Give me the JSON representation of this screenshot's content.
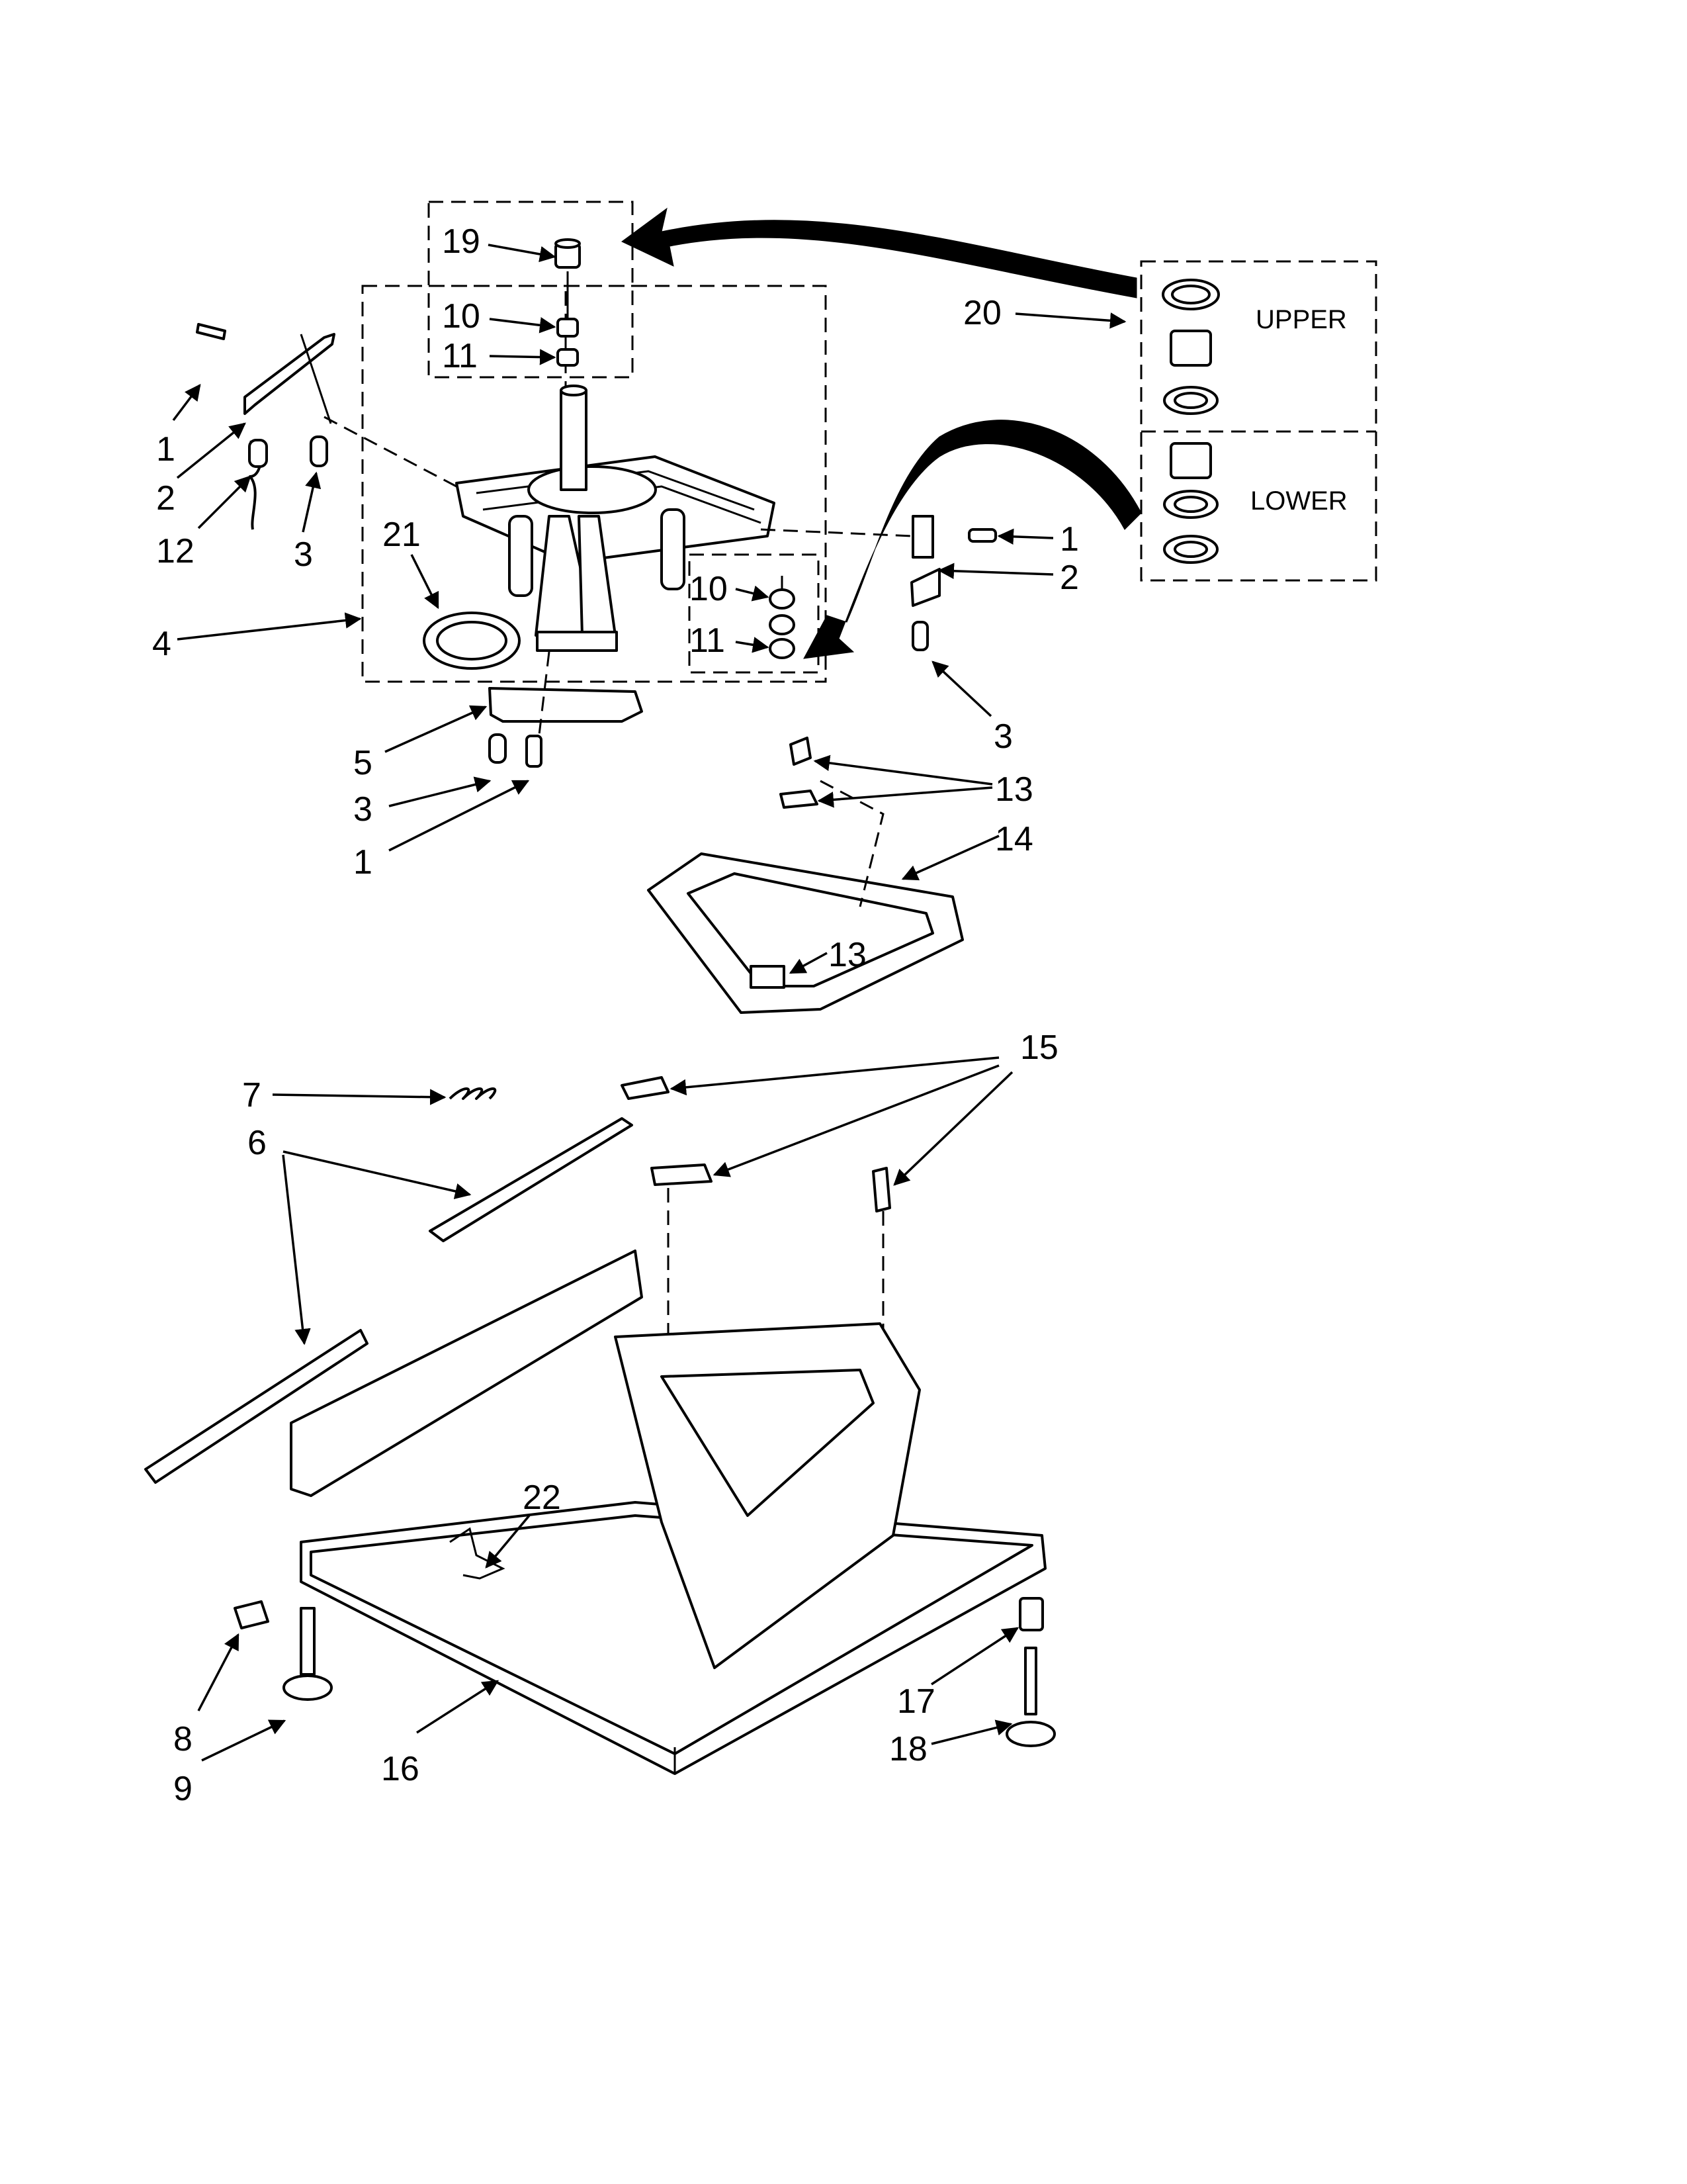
{
  "callouts": [
    {
      "id": "c19",
      "text": "19"
    },
    {
      "id": "c10a",
      "text": "10"
    },
    {
      "id": "c11a",
      "text": "11"
    },
    {
      "id": "c20",
      "text": "20"
    },
    {
      "id": "c1a",
      "text": "1"
    },
    {
      "id": "c2a",
      "text": "2"
    },
    {
      "id": "c12",
      "text": "12"
    },
    {
      "id": "c3a",
      "text": "3"
    },
    {
      "id": "c21",
      "text": "21"
    },
    {
      "id": "c4",
      "text": "4"
    },
    {
      "id": "c10b",
      "text": "10"
    },
    {
      "id": "c11b",
      "text": "11"
    },
    {
      "id": "c1b",
      "text": "1"
    },
    {
      "id": "c2b",
      "text": "2"
    },
    {
      "id": "c3b",
      "text": "3"
    },
    {
      "id": "c5",
      "text": "5"
    },
    {
      "id": "c3c",
      "text": "3"
    },
    {
      "id": "c1c",
      "text": "1"
    },
    {
      "id": "c13a",
      "text": "13"
    },
    {
      "id": "c14",
      "text": "14"
    },
    {
      "id": "c13b",
      "text": "13"
    },
    {
      "id": "c15",
      "text": "15"
    },
    {
      "id": "c7",
      "text": "7"
    },
    {
      "id": "c6",
      "text": "6"
    },
    {
      "id": "c22",
      "text": "22"
    },
    {
      "id": "c8",
      "text": "8"
    },
    {
      "id": "c9",
      "text": "9"
    },
    {
      "id": "c16",
      "text": "16"
    },
    {
      "id": "c17",
      "text": "17"
    },
    {
      "id": "c18",
      "text": "18"
    }
  ],
  "inset_labels": {
    "upper": "UPPER",
    "lower": "LOWER"
  }
}
